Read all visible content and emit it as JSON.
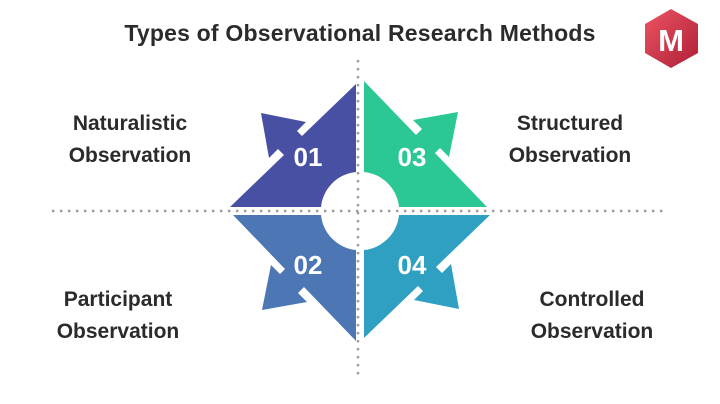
{
  "title": "Types of Observational Research Methods",
  "logo": {
    "letter": "M",
    "color_top": "#EC5463",
    "color_bottom": "#AE1F36"
  },
  "diagram": {
    "guide_line_color": "#9B9B9B",
    "center_hole_color": "#FFFFFF",
    "quadrants": [
      {
        "id": "naturalistic",
        "number": "01",
        "label_line1": "Naturalistic",
        "label_line2": "Observation",
        "color": "#4850A4",
        "direction": "top-left"
      },
      {
        "id": "participant",
        "number": "02",
        "label_line1": "Participant",
        "label_line2": "Observation",
        "color": "#4C77B4",
        "direction": "bottom-left"
      },
      {
        "id": "structured",
        "number": "03",
        "label_line1": "Structured",
        "label_line2": "Observation",
        "color": "#2BC795",
        "direction": "top-right"
      },
      {
        "id": "controlled",
        "number": "04",
        "label_line1": "Controlled",
        "label_line2": "Observation",
        "color": "#2FA0C1",
        "direction": "bottom-right"
      }
    ]
  }
}
